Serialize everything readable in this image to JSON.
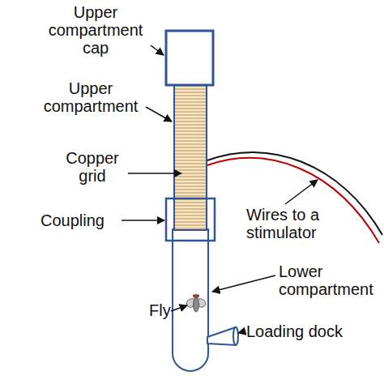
{
  "diagram": {
    "labels": [
      "Upper compartment cap",
      "Upper compartment",
      "Copper grid",
      "Coupling",
      "Fly",
      "Lower compartment",
      "Loading dock",
      "Wires to a stimulator"
    ]
  }
}
